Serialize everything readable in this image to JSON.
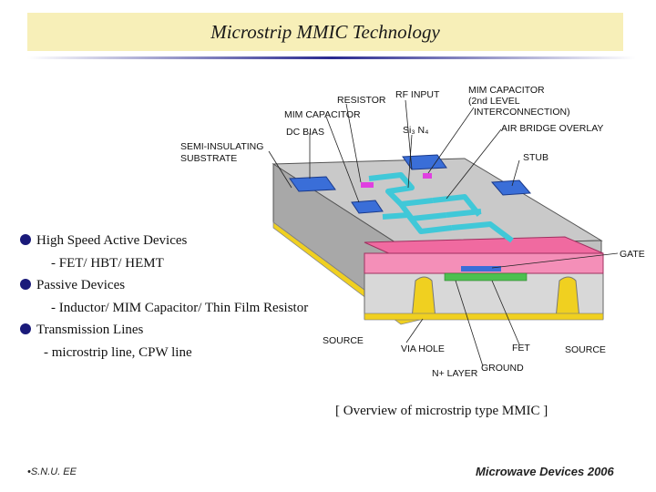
{
  "header": {
    "title": "Microstrip MMIC Technology"
  },
  "bullets": [
    {
      "text": "High Speed Active Devices",
      "sub": "- FET/ HBT/ HEMT"
    },
    {
      "text": "Passive Devices",
      "sub": "- Inductor/ MIM Capacitor/ Thin Film Resistor"
    },
    {
      "text": "Transmission Lines",
      "sub": "-  microstrip line, CPW line"
    }
  ],
  "diagram": {
    "labels": {
      "resistor": "RESISTOR",
      "rf_input": "RF INPUT",
      "mim_capacitor_2nd_1": "MIM CAPACITOR",
      "mim_capacitor_2nd_2": "(2nd LEVEL",
      "mim_capacitor_2nd_3": "INTERCONNECTION)",
      "mim_capacitor": "MIM CAPACITOR",
      "dc_bias": "DC BIAS",
      "si3n4": "Si₃ N₄",
      "air_bridge": "AIR BRIDGE OVERLAY",
      "semi_insulating_1": "SEMI-INSULATING",
      "semi_insulating_2": "SUBSTRATE",
      "stub": "STUB",
      "gate": "GATE",
      "source_left": "SOURCE",
      "via_hole": "VIA HOLE",
      "fet": "FET",
      "source_right": "SOURCE",
      "n_layer": "N+ LAYER",
      "ground": "GROUND"
    }
  },
  "caption": "[ Overview of microstrip type MMIC ]",
  "footer": {
    "left": "•S.N.U. EE",
    "right": "Microwave Devices 2006"
  },
  "colors": {
    "title_bg": "#f7efb8",
    "bullet": "#1a1a7a",
    "substrate": "#c8c8c8",
    "gold": "#f0d020",
    "pink": "#f06aa0",
    "cyan": "#50d0e0",
    "blue": "#3a6ed8"
  }
}
